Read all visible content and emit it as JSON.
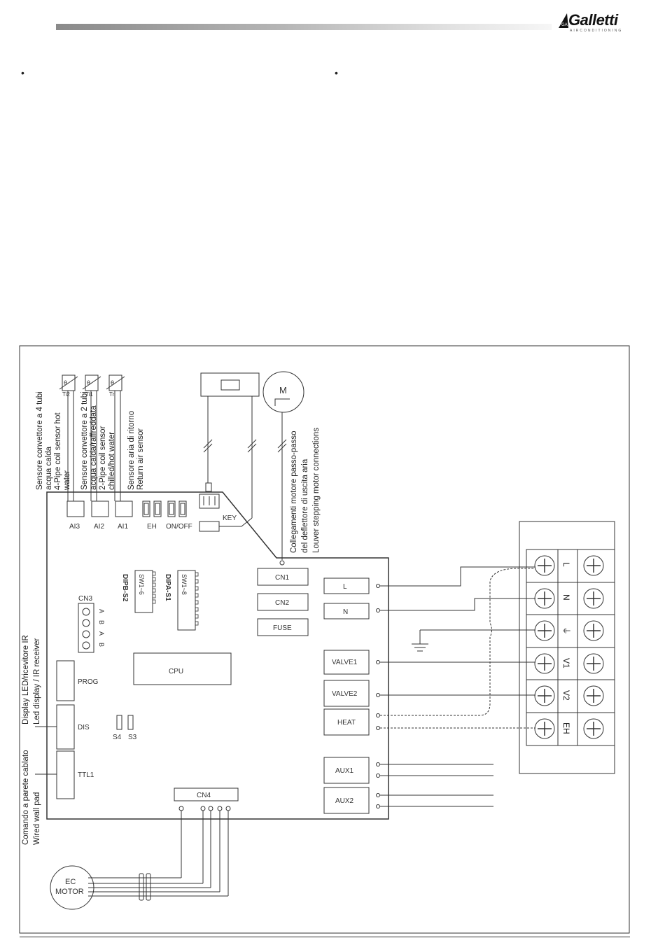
{
  "header": {
    "logo_text": "Galletti",
    "logo_subtitle": "AIRCONDITIONING",
    "logo_badge": "GA"
  },
  "bullets": [
    "•",
    "•"
  ],
  "diagram": {
    "sensors": [
      {
        "symbol": "θ",
        "sub": "Ti2",
        "port": "AI3"
      },
      {
        "symbol": "θ",
        "sub": "Ti1",
        "port": "AI2"
      },
      {
        "symbol": "θ",
        "sub": "Tr",
        "port": "AI1"
      }
    ],
    "sensor_labels": [
      [
        "Sensore convettore a 4 tubi",
        "acqua calda",
        "4-Pipe coil sensor hot",
        "water"
      ],
      [
        "Sensore convettore a 2 tubi",
        "acqua calda/raffreddata",
        "2-Pipe coil sensor",
        "chilled/hot water"
      ],
      [
        "Sensore aria di ritorno",
        "Return air sensor"
      ]
    ],
    "louver_labels": [
      "Collegamenti motore passo-passo",
      "del deflettore di uscita aria",
      "Louver stepping motor connections"
    ],
    "display_labels": [
      "Display LED/ricevitore IR",
      "Led display / IR receiver"
    ],
    "wallpad_labels": [
      "Comando a parete cablato",
      "Wired wall pad"
    ],
    "motor_symbol": "M",
    "top_connectors": [
      "EH",
      "ON/OFF"
    ],
    "key_label": "KEY",
    "dip_switches": [
      {
        "sw": "SW1~6",
        "name": "DIPB-S2"
      },
      {
        "sw": "SW1~8",
        "name": "DIPA-S1"
      }
    ],
    "cn3": {
      "label": "CN3",
      "pins_top": [
        "A",
        "B"
      ],
      "pins_bottom": [
        "A",
        "B"
      ]
    },
    "cn_blocks": [
      "CN1",
      "CN2",
      "FUSE"
    ],
    "cpu_label": "CPU",
    "left_blocks": [
      "PROG",
      "DIS",
      "TTL1"
    ],
    "switches": [
      "S4",
      "S3"
    ],
    "cn4_label": "CN4",
    "ec_motor": [
      "EC",
      "MOTOR"
    ],
    "right_blocks": [
      "L",
      "N",
      "VALVE1",
      "VALVE2",
      "HEAT",
      "AUX1",
      "AUX2"
    ],
    "terminals": [
      "L",
      "N",
      "⏚",
      "V1",
      "V2",
      "EH"
    ]
  }
}
